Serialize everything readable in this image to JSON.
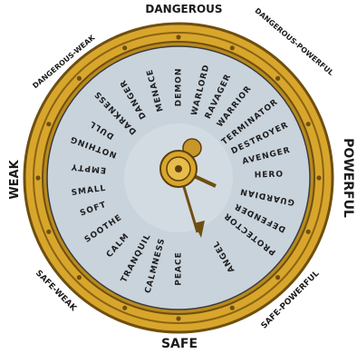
{
  "outer_labels": {
    "top": "DANGEROUS",
    "top_right": "DANGEROUS-POWERFUL",
    "right": "POWERFUL",
    "bottom_right": "SAFE-POWERFUL",
    "bottom": "SAFE",
    "bottom_left": "SAFE-WEAK",
    "left": "WEAK",
    "top_left": "DANGEROUS-WEAK"
  },
  "wheel_words": [
    {
      "text": "DEMON",
      "angle": 0
    },
    {
      "text": "WARLORD",
      "angle": 14
    },
    {
      "text": "RAVAGER",
      "angle": 26
    },
    {
      "text": "WARRIOR",
      "angle": 38
    },
    {
      "text": "TERMINATOR",
      "angle": 52
    },
    {
      "text": "DESTROYER",
      "angle": 64
    },
    {
      "text": "AVENGER",
      "angle": 76
    },
    {
      "text": "HERO",
      "angle": 88
    },
    {
      "text": "GUARDIAN",
      "angle": 102
    },
    {
      "text": "DEFENDER",
      "angle": 116
    },
    {
      "text": "PROTECTOR",
      "angle": 128
    },
    {
      "text": "ANGEL",
      "angle": 150
    },
    {
      "text": "PEACE",
      "angle": 180
    },
    {
      "text": "CALMNESS",
      "angle": 195
    },
    {
      "text": "TRANQUIL",
      "angle": 208
    },
    {
      "text": "CALM",
      "angle": 222
    },
    {
      "text": "SOOTHE",
      "angle": 236
    },
    {
      "text": "SOFT",
      "angle": 250
    },
    {
      "text": "SMALL",
      "angle": 262
    },
    {
      "text": "EMPTY",
      "angle": 276
    },
    {
      "text": "NOTHING",
      "angle": 290
    },
    {
      "text": "DULL",
      "angle": 302
    },
    {
      "text": "DARKNESS",
      "angle": 316
    },
    {
      "text": "DANGER",
      "angle": 330
    },
    {
      "text": "MENACE",
      "angle": 345
    }
  ],
  "colors": {
    "rim": "#d9a62c",
    "rim_dark": "#8a6414",
    "face": "#c9d3dc",
    "needle": "#8a6414"
  }
}
